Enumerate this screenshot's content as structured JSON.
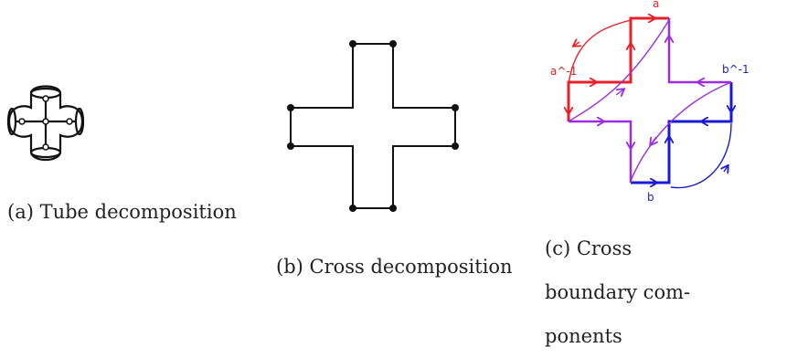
{
  "figures": [
    {
      "id": "a",
      "caption": "(a) Tube decomposition"
    },
    {
      "id": "b",
      "caption": "(b) Cross decomposition"
    },
    {
      "id": "c",
      "caption": "(c) Cross boundary com-\nponents",
      "caption_lines": [
        "(c) Cross boundary com-",
        "ponents"
      ],
      "labels": {
        "top": "a",
        "left": "a^-1",
        "right": "b^-1",
        "bottom": "b"
      }
    }
  ],
  "colors": {
    "red": "#e8202a",
    "blue": "#1a1ad6",
    "purple": "#9b2de0",
    "black": "#111111"
  }
}
